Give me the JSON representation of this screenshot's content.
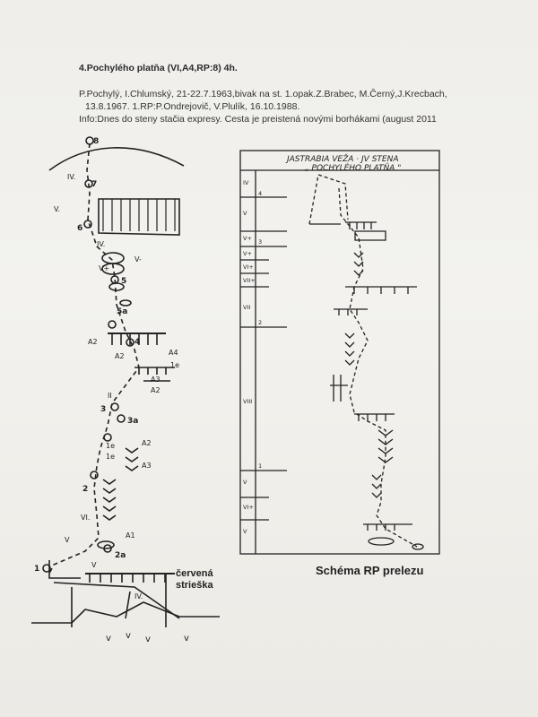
{
  "document": {
    "title": "4.Pochylého platňa (VI,A4,RP:8) 4h.",
    "info_lines": [
      "P.Pochylý, I.Chlumský, 21-22.7.1963,bivak na st. 1.opak.Z.Brabec, M.Černý,J.Krecbach,",
      "13.8.1967. 1.RP:P.Ondrejovič, V.Plulík, 16.10.1988.",
      "Info:Dnes do steny stačia expresy. Cesta je preistená novými borhákami (august 2011"
    ]
  },
  "left_topo": {
    "stations": [
      "8",
      "7",
      "6",
      "5",
      "5a",
      "4",
      "3",
      "3a",
      "2",
      "2a",
      "1"
    ],
    "grades": [
      "IV.",
      "V.",
      "IV.",
      "V+",
      "V-",
      "A2",
      "A2",
      "A4",
      "1e",
      "A3",
      "A2",
      "II",
      "A2",
      "1e",
      "1e",
      "A3",
      "VI.",
      "A1",
      "V",
      "V",
      "IV."
    ],
    "label_cervena": "červená",
    "label_strieska": "strieška"
  },
  "right_schema": {
    "header_line1": "JASTRABIA VEŽA  ·  JV STENA",
    "header_line2": "„ POCHYLÉHO PLATŇA \"",
    "grades": [
      "IV",
      "V",
      "V+",
      "V+",
      "VI+",
      "VII+",
      "VII",
      "VIII",
      "V",
      "VI+",
      "V"
    ],
    "pitch_marks": [
      "4",
      "3",
      "2",
      "1"
    ],
    "caption": "Schéma RP prelezu"
  }
}
